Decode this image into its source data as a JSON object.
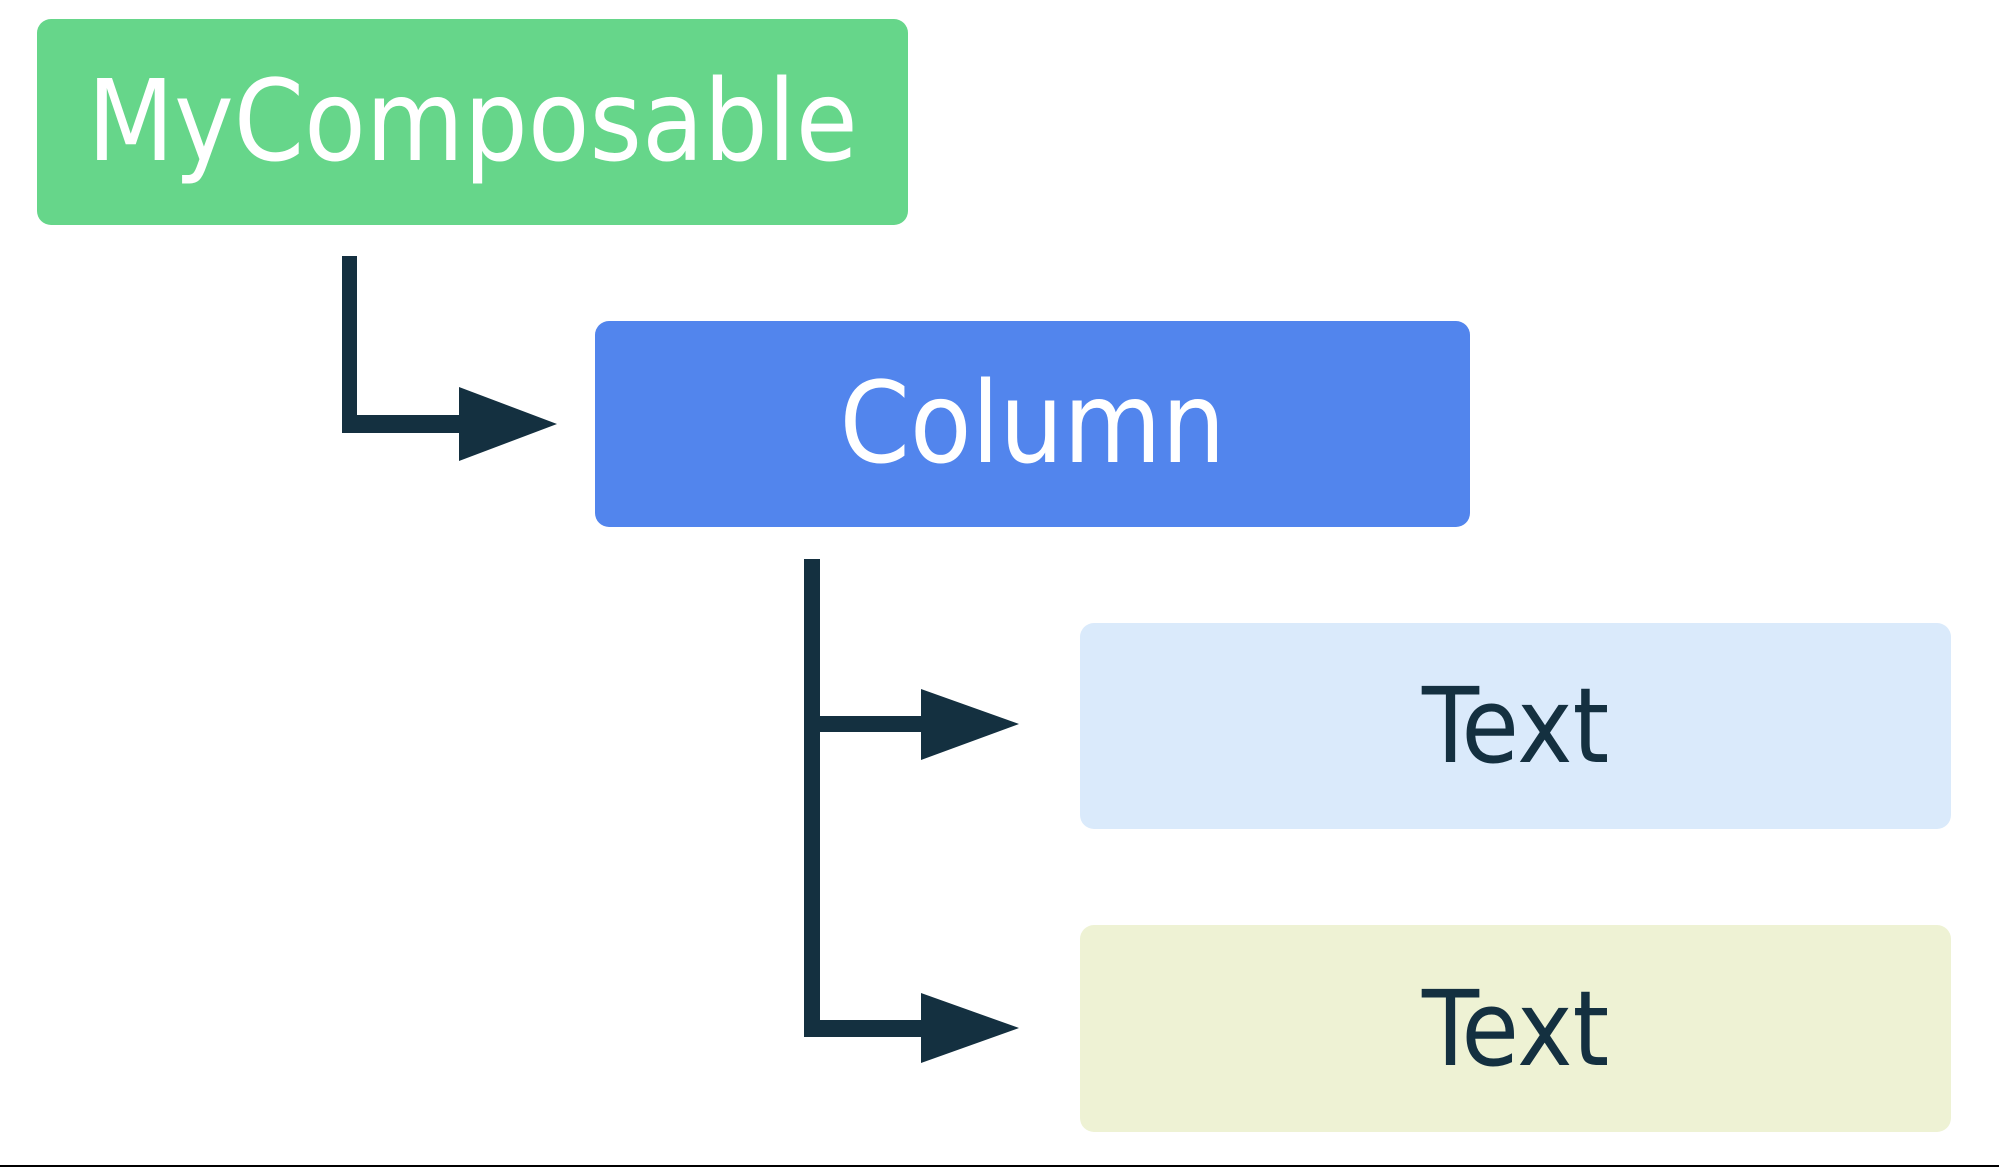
{
  "diagram": {
    "title": "Composable hierarchy tree",
    "type": "tree",
    "background_color": "#ffffff",
    "connector_color": "#143040",
    "nodes": [
      {
        "id": "root",
        "label": "MyComposable",
        "fill": "#66d68a",
        "text_color": "#ffffff",
        "level": 0
      },
      {
        "id": "column",
        "label": "Column",
        "fill": "#5285ed",
        "text_color": "#ffffff",
        "level": 1
      },
      {
        "id": "text1",
        "label": "Text",
        "fill": "#daeafb",
        "text_color": "#143040",
        "level": 2
      },
      {
        "id": "text2",
        "label": "Text",
        "fill": "#eef2d4",
        "text_color": "#143040",
        "level": 2
      }
    ],
    "edges": [
      {
        "from": "root",
        "to": "column",
        "style": "elbow-arrow"
      },
      {
        "from": "column",
        "to": "text1",
        "style": "elbow-arrow"
      },
      {
        "from": "column",
        "to": "text2",
        "style": "elbow-arrow"
      }
    ],
    "footer_rule_color": "#000000"
  }
}
